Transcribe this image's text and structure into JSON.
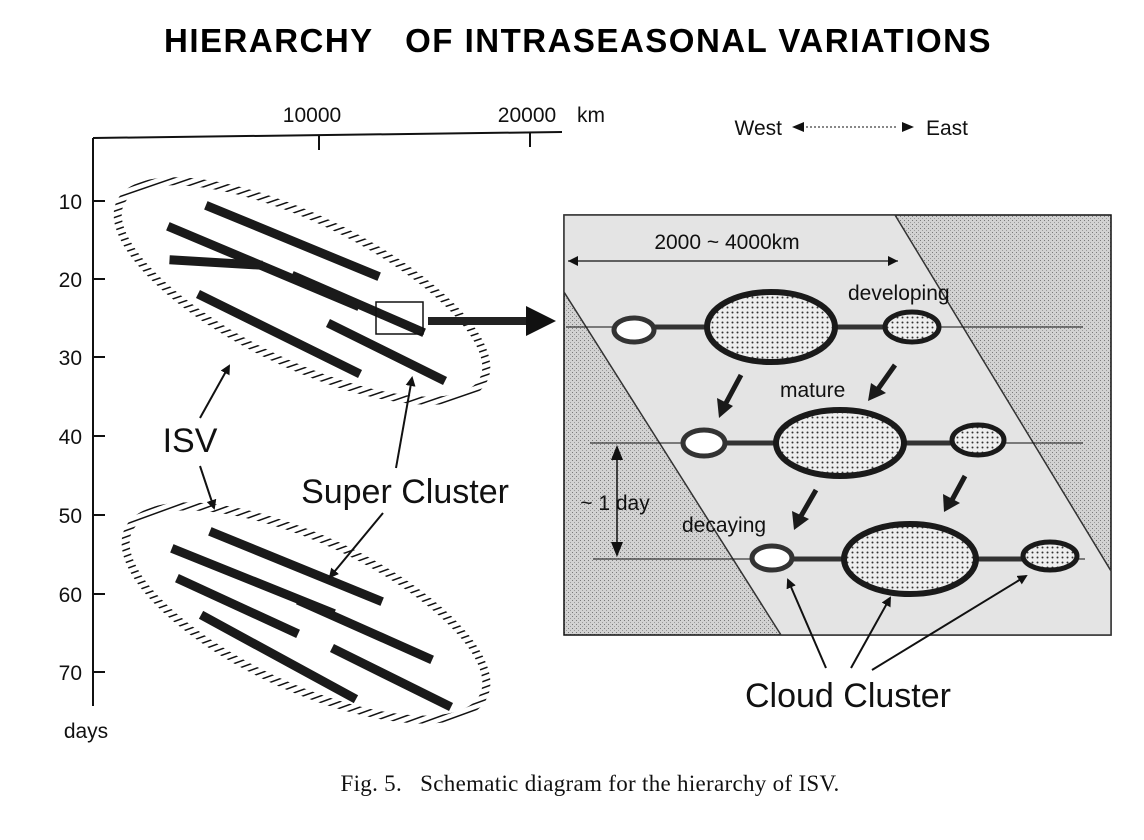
{
  "title": "HIERARCHY   OF INTRASEASONAL VARIATIONS",
  "caption": "Fig. 5.   Schematic diagram for the hierarchy of ISV.",
  "top_axis": {
    "unit": "km",
    "ticks": [
      {
        "value": 10000,
        "label": "10000"
      },
      {
        "value": 20000,
        "label": "20000"
      }
    ]
  },
  "left_axis": {
    "unit": "days",
    "ticks": [
      {
        "value": 10,
        "label": "10"
      },
      {
        "value": 20,
        "label": "20"
      },
      {
        "value": 30,
        "label": "30"
      },
      {
        "value": 40,
        "label": "40"
      },
      {
        "value": 50,
        "label": "50"
      },
      {
        "value": 60,
        "label": "60"
      },
      {
        "value": 70,
        "label": "70"
      }
    ]
  },
  "direction": {
    "west": "West",
    "east": "East"
  },
  "labels": {
    "isv": "ISV",
    "super_cluster": "Super Cluster",
    "cloud_cluster": "Cloud Cluster",
    "scale_width": "2000 ~ 4000km",
    "duration": "~ 1 day",
    "stages": {
      "developing": "developing",
      "mature": "mature",
      "decaying": "decaying"
    }
  }
}
